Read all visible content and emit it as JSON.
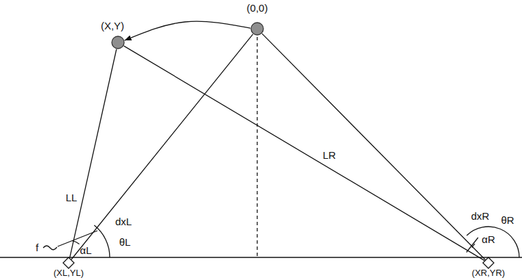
{
  "diagram": {
    "nodes": [
      {
        "text": [
          "(0,0)"
        ]
      },
      {
        "text": [
          "(X,Y)"
        ]
      },
      {
        "text": [
          "(XL,YL)"
        ]
      },
      {
        "text": [
          "(XR,YR)"
        ]
      }
    ],
    "edges": [
      {
        "from": 0,
        "to": 1,
        "arrow": "to"
      },
      {
        "from": 2,
        "to": 1,
        "label": "LL",
        "arrow": "none"
      },
      {
        "from": 2,
        "to": 0,
        "arrow": "none"
      },
      {
        "from": 3,
        "to": 1,
        "label": "LR",
        "arrow": "none"
      },
      {
        "from": 3,
        "to": 0,
        "arrow": "none"
      }
    ],
    "labels": [
      "dxL",
      "αL",
      "θL",
      "f",
      "dxR",
      "αR",
      "θR"
    ]
  }
}
